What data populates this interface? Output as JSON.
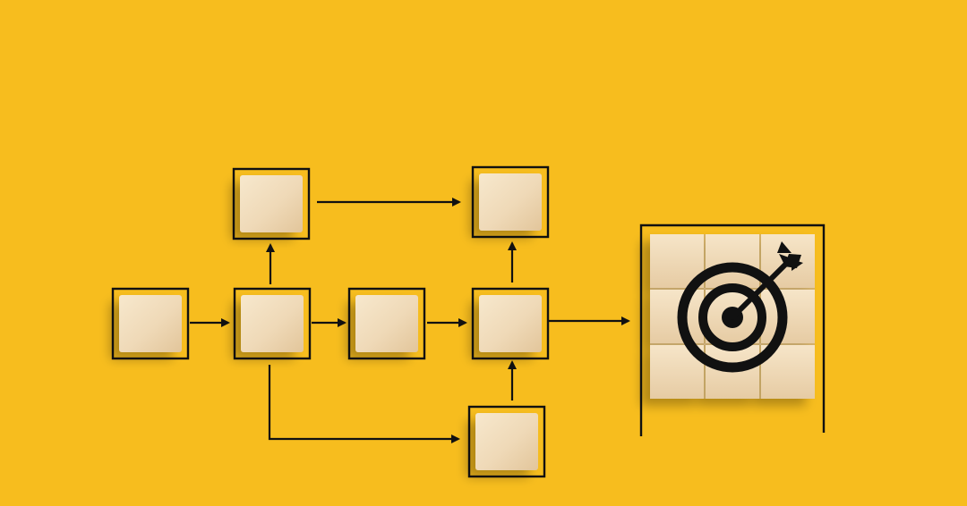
{
  "scene": {
    "background_color": "#F7BD1E",
    "line_color": "#111111",
    "block_color": "#F1DFC2"
  },
  "flow_nodes": [
    {
      "id": "start"
    },
    {
      "id": "split"
    },
    {
      "id": "middle"
    },
    {
      "id": "merge"
    },
    {
      "id": "upper-left"
    },
    {
      "id": "upper-right"
    },
    {
      "id": "lower"
    }
  ],
  "goal": {
    "icon": "target-with-arrow-icon"
  }
}
